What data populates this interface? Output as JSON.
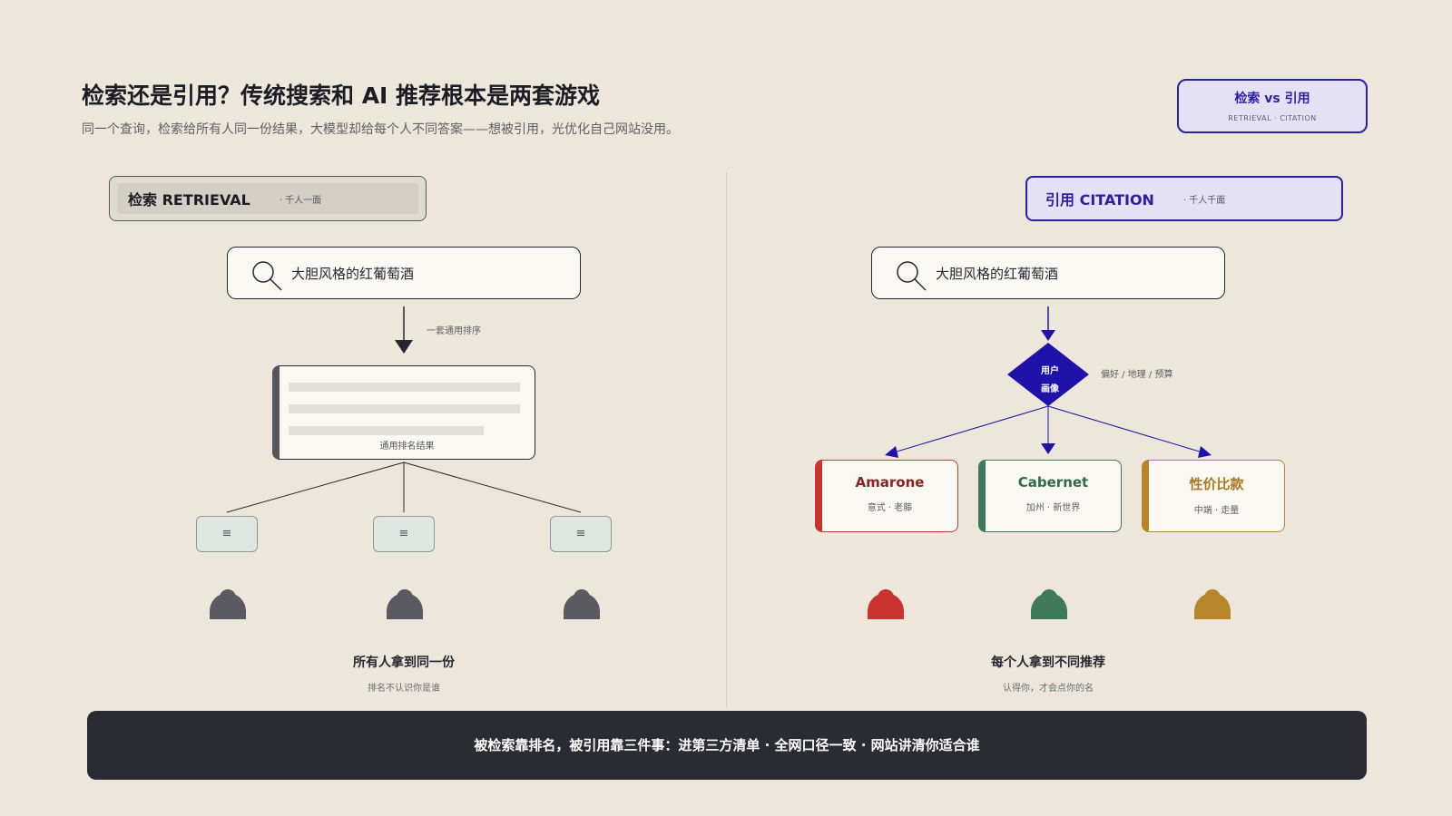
{
  "header": {
    "title": "检索还是引用？传统搜索和 AI 推荐根本是两套游戏",
    "subtitle": "同一个查询，检索给所有人同一份结果，大模型却给每个人不同答案——想被引用，光优化自己网站没用。"
  },
  "badge": {
    "title": "检索 vs 引用",
    "subtitle": "RETRIEVAL · CITATION"
  },
  "left_panel": {
    "header_label": "检索  RETRIEVAL",
    "header_tag": "· 千人一面",
    "query": "大胆风格的红葡萄酒",
    "arrow_label": "一套通用排序",
    "result_label": "通用排名结果",
    "doc_glyph": "≡",
    "caption_main": "所有人拿到同一份",
    "caption_sub": "排名不认识你是谁",
    "person_color": "#5b5a62"
  },
  "right_panel": {
    "header_label": "引用  CITATION",
    "header_tag": "· 千人千面",
    "query": "大胆风格的红葡萄酒",
    "profile_line1": "用户",
    "profile_line2": "画像",
    "profile_side": "偏好 / 地理 / 预算",
    "accent": "#1f12a8",
    "cards": [
      {
        "name": "Amarone",
        "sub": "意式 · 老藤",
        "color": "#c9342e",
        "text_color": "#8b2424"
      },
      {
        "name": "Cabernet",
        "sub": "加州 · 新世界",
        "color": "#3f7a58",
        "text_color": "#2f6a4a"
      },
      {
        "name": "性价比款",
        "sub": "中端 · 走量",
        "color": "#b8862a",
        "text_color": "#a87720"
      }
    ],
    "caption_main": "每个人拿到不同推荐",
    "caption_sub": "认得你，才会点你的名"
  },
  "banner": {
    "text": "被检索靠排名，被引用靠三件事：进第三方清单  ·  全网口径一致  ·  网站讲清你适合谁"
  }
}
